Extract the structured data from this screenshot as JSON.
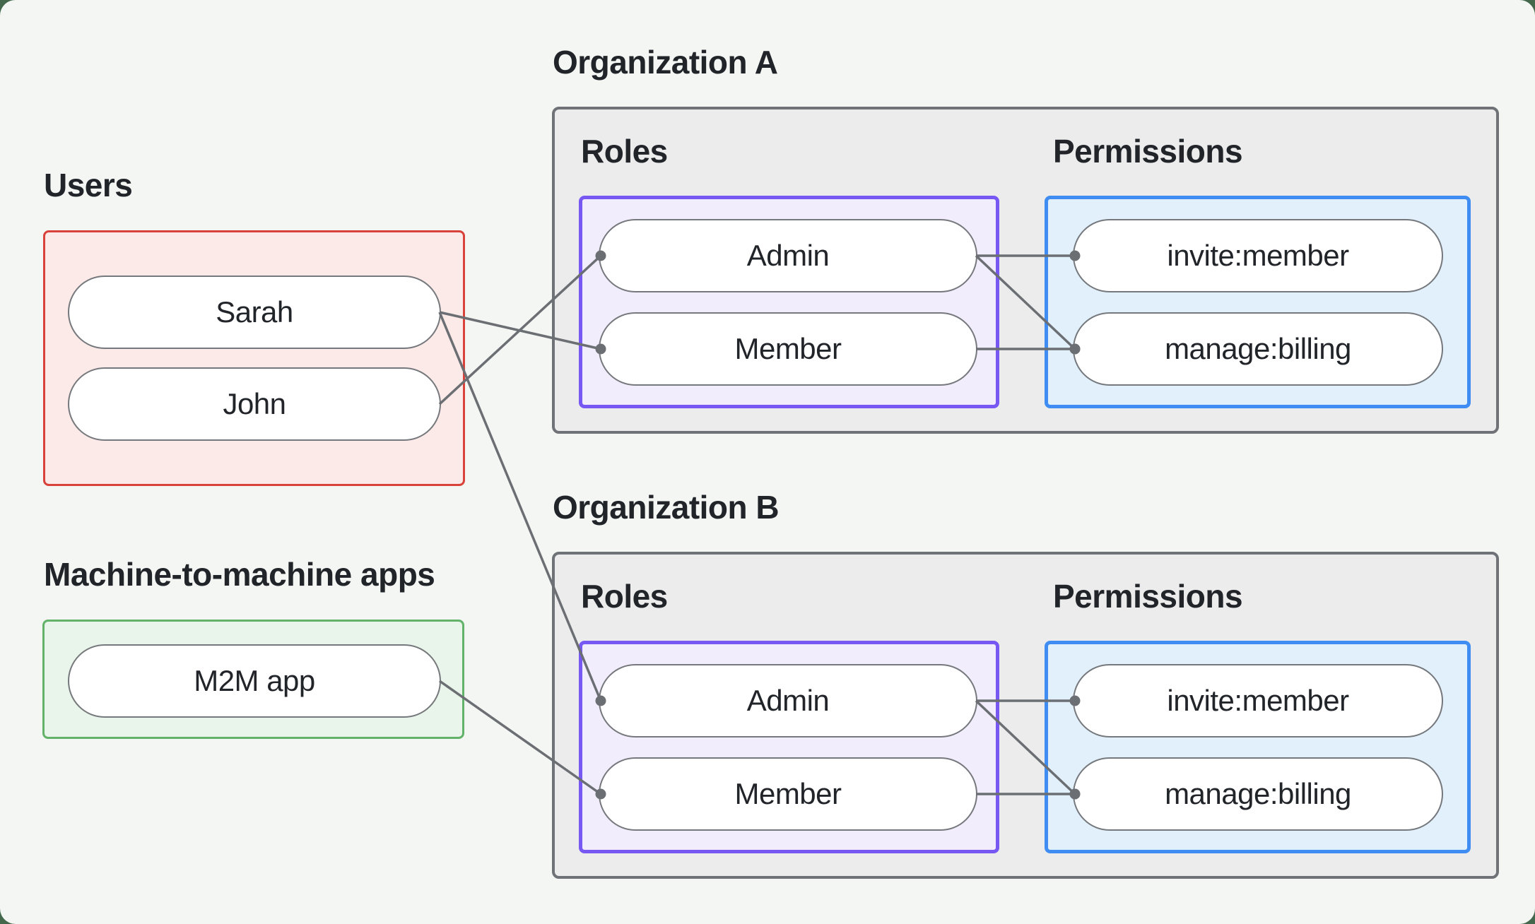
{
  "palette": {
    "canvas_bg": "#f3f6f3",
    "outer_bg": "#44684b",
    "users_border": "#d8423a",
    "users_fill": "#fceae8",
    "m2m_border": "#62b269",
    "m2m_fill": "#e9f4ea",
    "org_border": "#6f7276",
    "org_fill": "#ececed",
    "roles_border": "#7758f3",
    "roles_fill": "#f2edfc",
    "permissions_border": "#3f8cf2",
    "permissions_fill": "#e2f0fb",
    "pill_border": "#75787c",
    "pill_fill": "#ffffff",
    "connector": "#6b6f73",
    "text": "#212429"
  },
  "users_section": {
    "label": "Users",
    "items": [
      {
        "id": "sarah",
        "label": "Sarah"
      },
      {
        "id": "john",
        "label": "John"
      }
    ]
  },
  "m2m_section": {
    "label": "Machine-to-machine apps",
    "items": [
      {
        "id": "m2m-app",
        "label": "M2M app"
      }
    ]
  },
  "organizations": [
    {
      "id": "org-a",
      "label": "Organization A",
      "roles_label": "Roles",
      "permissions_label": "Permissions",
      "roles": [
        {
          "id": "org-a-admin",
          "label": "Admin"
        },
        {
          "id": "org-a-member",
          "label": "Member"
        }
      ],
      "permissions": [
        {
          "id": "org-a-invite-member",
          "label": "invite:member"
        },
        {
          "id": "org-a-manage-billing",
          "label": "manage:billing"
        }
      ]
    },
    {
      "id": "org-b",
      "label": "Organization B",
      "roles_label": "Roles",
      "permissions_label": "Permissions",
      "roles": [
        {
          "id": "org-b-admin",
          "label": "Admin"
        },
        {
          "id": "org-b-member",
          "label": "Member"
        }
      ],
      "permissions": [
        {
          "id": "org-b-invite-member",
          "label": "invite:member"
        },
        {
          "id": "org-b-manage-billing",
          "label": "manage:billing"
        }
      ]
    }
  ],
  "connections": [
    {
      "from": "sarah",
      "to": "org-a-member"
    },
    {
      "from": "john",
      "to": "org-a-admin"
    },
    {
      "from": "sarah",
      "to": "org-b-admin"
    },
    {
      "from": "m2m-app",
      "to": "org-b-member"
    },
    {
      "from": "org-a-admin",
      "to": "org-a-invite-member"
    },
    {
      "from": "org-a-admin",
      "to": "org-a-manage-billing"
    },
    {
      "from": "org-a-member",
      "to": "org-a-manage-billing"
    },
    {
      "from": "org-b-admin",
      "to": "org-b-invite-member"
    },
    {
      "from": "org-b-admin",
      "to": "org-b-manage-billing"
    },
    {
      "from": "org-b-member",
      "to": "org-b-manage-billing"
    }
  ]
}
